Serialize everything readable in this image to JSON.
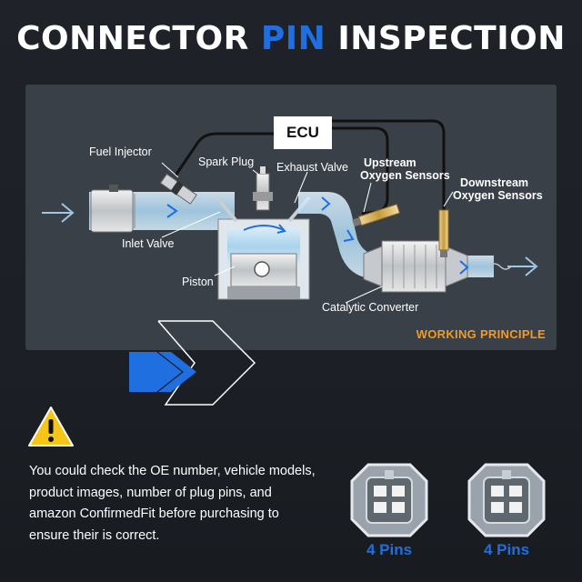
{
  "title": {
    "prefix": "CONNECTOR",
    "highlight": "PIN",
    "suffix": "INSPECTION"
  },
  "diagram": {
    "labels": {
      "fuel_injector": "Fuel Injector",
      "spark_plug": "Spark Plug",
      "exhaust_valve": "Exhaust Valve",
      "upstream": [
        "Upstream",
        "Oxygen Sensors"
      ],
      "downstream": [
        "Downstream",
        "Oxygen Sensors"
      ],
      "inlet_valve": "Inlet Valve",
      "piston": "Piston",
      "catalytic_converter": "Catalytic Converter",
      "ecu": "ECU"
    },
    "caption": "WORKING PRINCIPLE"
  },
  "notice": {
    "icon": "warning-icon",
    "text": "You could check the OE number, vehicle models, product images, number of plug pins, and amazon ConfirmedFit before purchasing to ensure their is correct."
  },
  "connectors": [
    {
      "label": "4 Pins"
    },
    {
      "label": "4 Pins"
    }
  ],
  "colors": {
    "accent_blue": "#1f6fe0",
    "caption_orange": "#f29a21",
    "background": "#1f2329",
    "panel": "#3a4048"
  }
}
